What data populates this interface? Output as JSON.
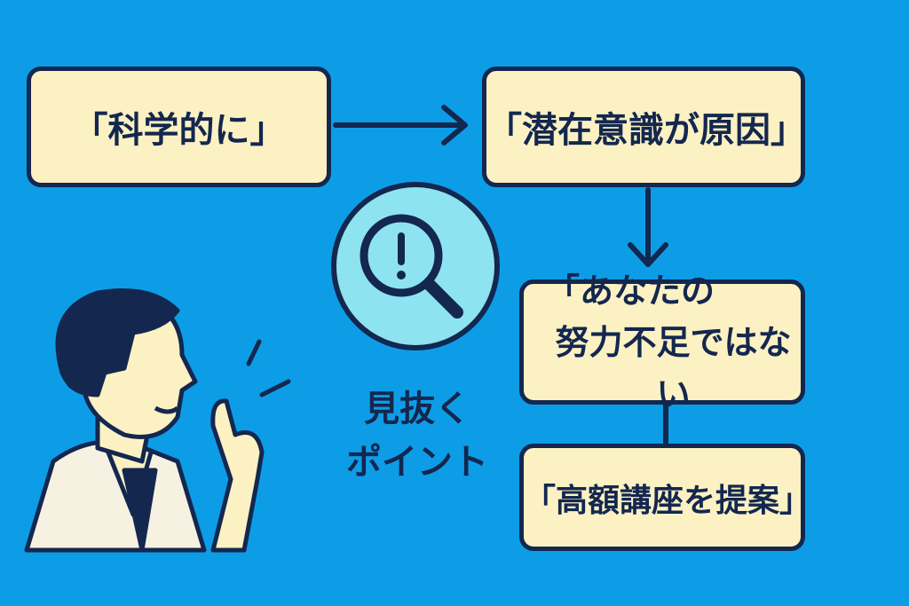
{
  "flow": {
    "step1": "「科学的に」",
    "step2": "「潜在意識が原因」",
    "step3_line1": "「あなたの",
    "step3_line2": "努力不足ではない",
    "step4": "「高額講座を提案」"
  },
  "badge": {
    "line1": "見抜く",
    "line2": "ポイント",
    "icon": "magnifier-exclamation-icon"
  },
  "colors": {
    "background": "#0d9de6",
    "box_fill": "#fcf1c2",
    "outline": "#13274f",
    "badge_fill": "#8ee3f0"
  }
}
